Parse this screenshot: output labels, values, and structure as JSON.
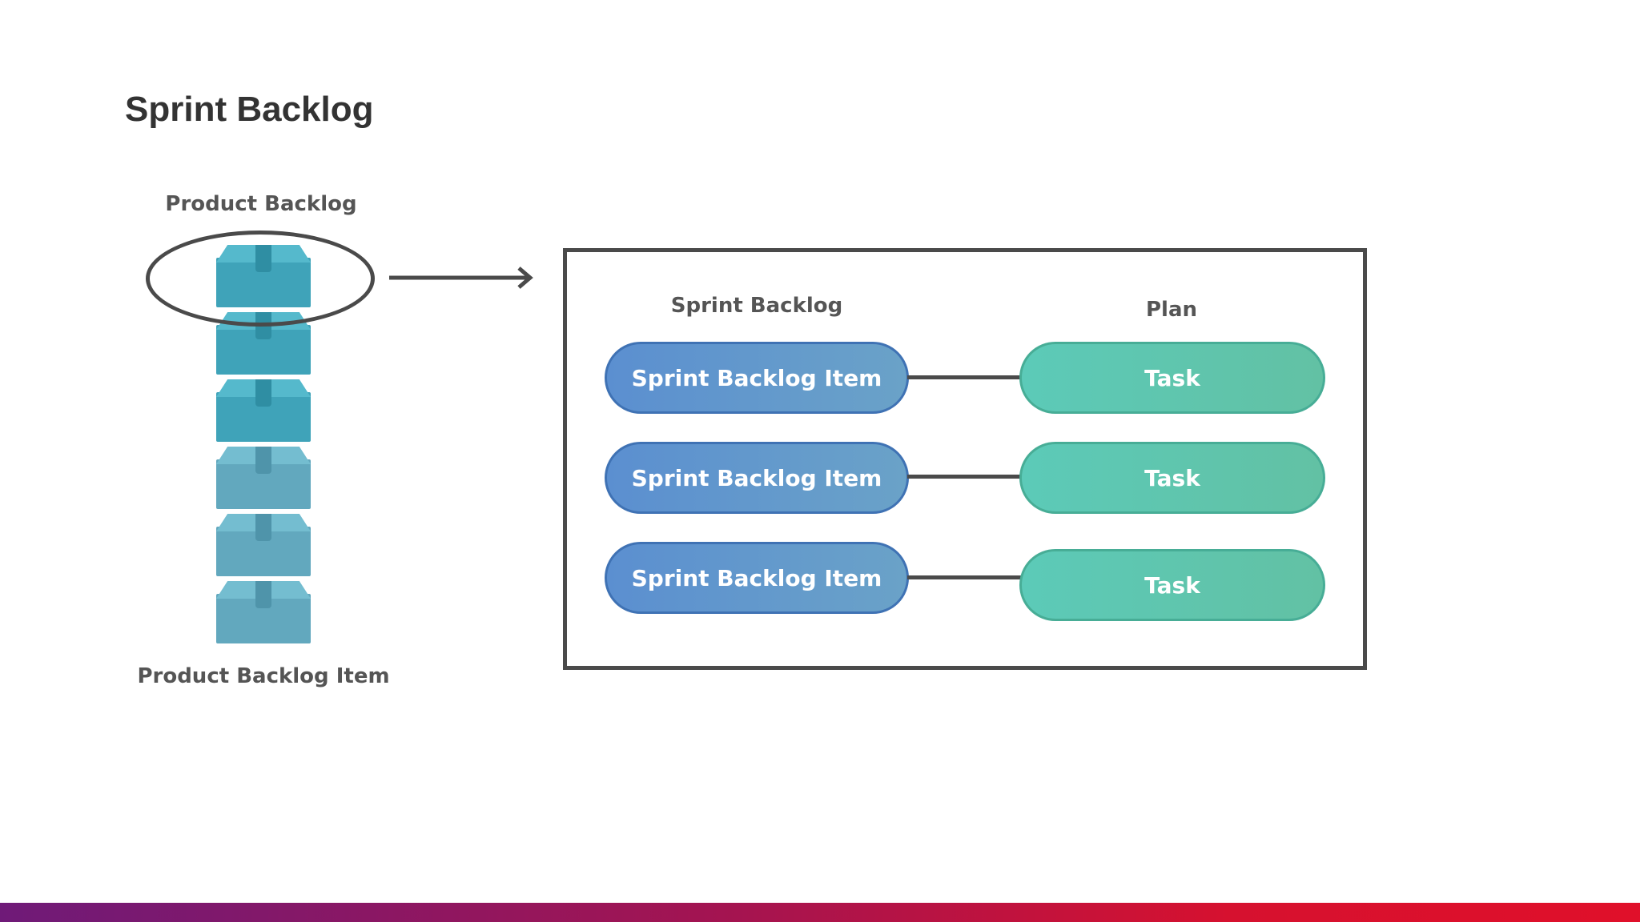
{
  "slide": {
    "title": "Sprint Backlog"
  },
  "diagram": {
    "product_backlog_label": "Product Backlog",
    "product_backlog_item_label": "Product Backlog Item",
    "sprint_backlog_label": "Sprint Backlog",
    "plan_label": "Plan",
    "sprint_items": [
      "Sprint Backlog Item",
      "Sprint Backlog Item",
      "Sprint Backlog Item"
    ],
    "tasks": [
      "Task",
      "Task",
      "Task"
    ],
    "box_count": 6
  },
  "colors": {
    "box_fills": [
      "#3fa3b9",
      "#3fa3b9",
      "#3fa3b9",
      "#62a8be",
      "#62a8be",
      "#62a8be"
    ],
    "accent_gradient": [
      "#6f1a78",
      "#e0102a"
    ]
  }
}
